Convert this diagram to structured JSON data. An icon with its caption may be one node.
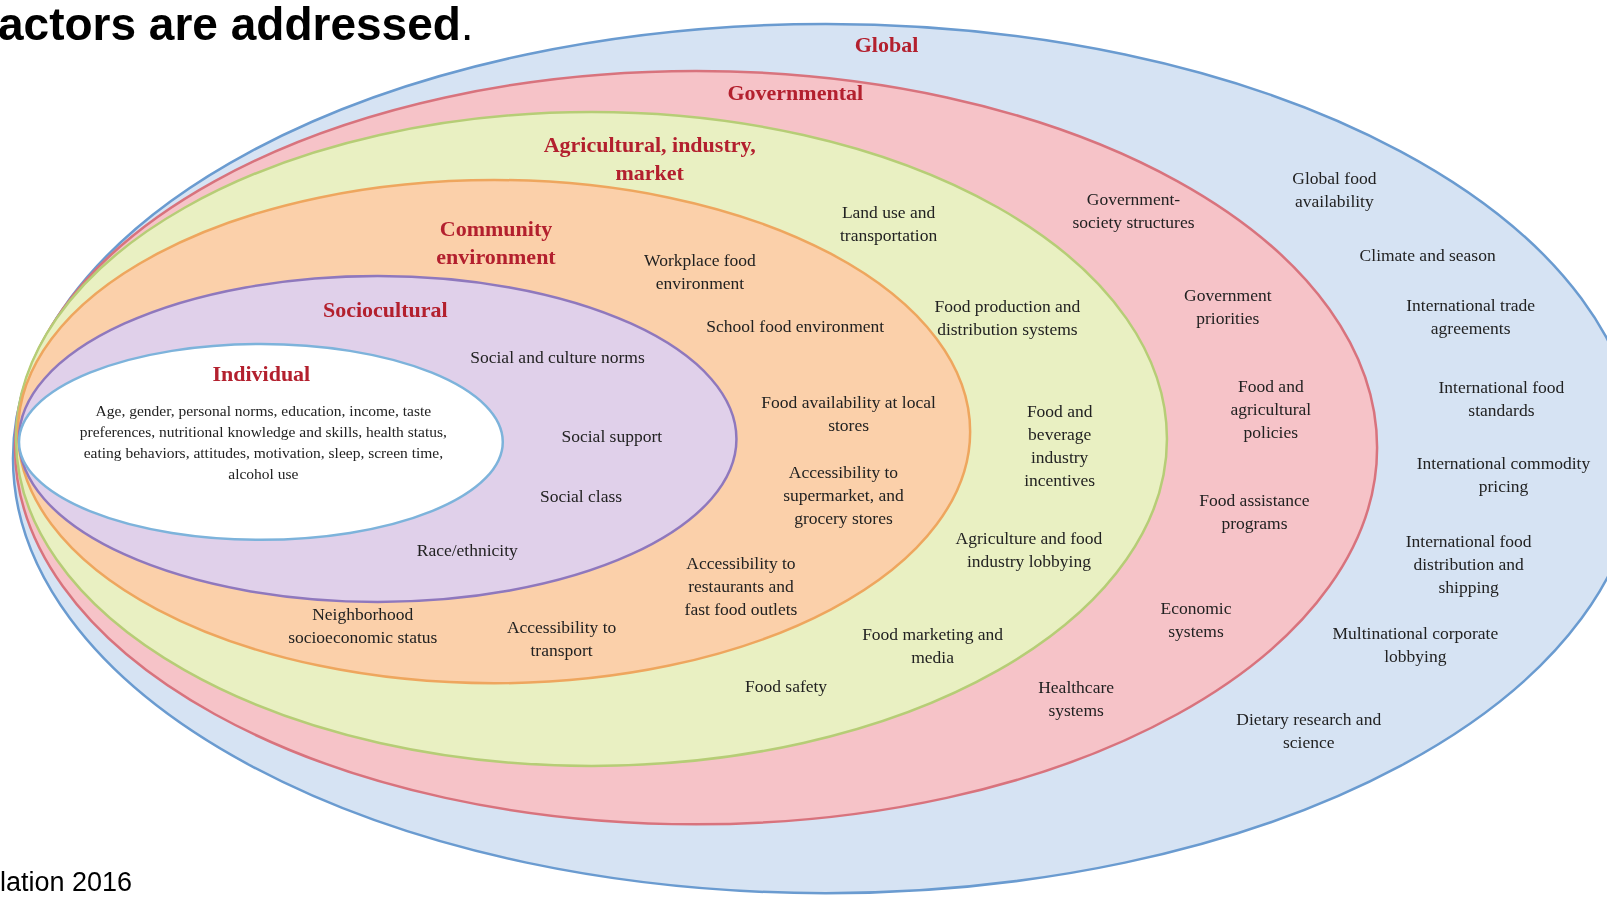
{
  "diagram": {
    "title": "**actors are addressed**.",
    "caption": "lation 2016",
    "nodes": [
      {
        "text": [
          "Global",
          "Global food availability",
          "Climate and season",
          "International trade agreements",
          "International food standards",
          "International commodity pricing",
          "International food distribution and shipping",
          "Multinational corporate lobbying",
          "Dietary research and science"
        ]
      },
      {
        "text": [
          "Governmental",
          "Government- society structures",
          "Government priorities",
          "Food and agricultural policies",
          "Food assistance programs",
          "Economic systems",
          "Healthcare systems"
        ],
        "in": 0
      },
      {
        "text": [
          "Agricultural, industry, market",
          "Land use and transportation",
          "Food production and distribution systems",
          "Food and beverage industry incentives",
          "Agriculture and food industry lobbying",
          "Food marketing and media",
          "Food safety"
        ],
        "in": 1
      },
      {
        "text": [
          "Community environment",
          "Workplace food environment",
          "School food environment",
          "Food availability at local stores",
          "Accessibility to supermarket, and grocery stores",
          "Accessibility to restaurants and fast food outlets",
          "Accessibility to transport",
          "Neighborhood socioeconomic status"
        ],
        "in": 2
      },
      {
        "text": [
          "Sociocultural",
          "Social and culture norms",
          "Social support",
          "Social class",
          "Race/ethnicity"
        ],
        "in": 3
      },
      {
        "text": [
          "Individual",
          "Age, gender, personal norms, education, income, taste preferences, nutritional knowledge and skills, health status, eating behaviors, attitudes, motivation, sleep, screen time, alcohol use"
        ],
        "in": 4
      }
    ]
  }
}
